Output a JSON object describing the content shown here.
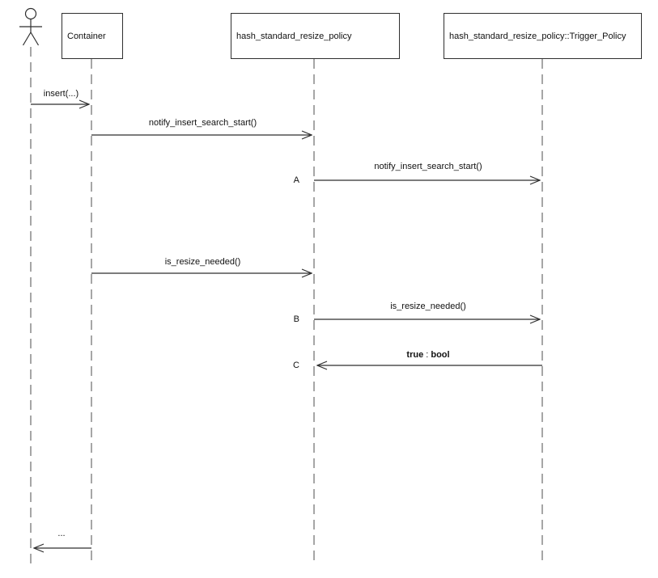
{
  "participants": [
    {
      "id": "user",
      "kind": "actor",
      "label": ""
    },
    {
      "id": "container",
      "kind": "object",
      "label": "Container"
    },
    {
      "id": "policy",
      "kind": "object",
      "label": "hash_standard_resize_policy"
    },
    {
      "id": "trigger",
      "kind": "object",
      "label": "hash_standard_resize_policy::Trigger_Policy"
    }
  ],
  "messages": [
    {
      "label": "insert(...)",
      "from": "user",
      "to": "container"
    },
    {
      "label": "notify_insert_search_start()",
      "from": "container",
      "to": "policy"
    },
    {
      "tag": "A",
      "label": "notify_insert_search_start()",
      "from": "policy",
      "to": "trigger"
    },
    {
      "label": "is_resize_needed()",
      "from": "container",
      "to": "policy"
    },
    {
      "tag": "B",
      "label": "is_resize_needed()",
      "from": "policy",
      "to": "trigger"
    },
    {
      "tag": "C",
      "return_value": "true",
      "separator": " : ",
      "return_type": "bool",
      "from": "trigger",
      "to": "policy"
    },
    {
      "label": "...",
      "from": "container",
      "to": "user"
    }
  ],
  "colors": {
    "background": "#ffffff",
    "arrow": "#2f2f2f",
    "lifeline": "#6b6b6b",
    "text": "#111111"
  }
}
